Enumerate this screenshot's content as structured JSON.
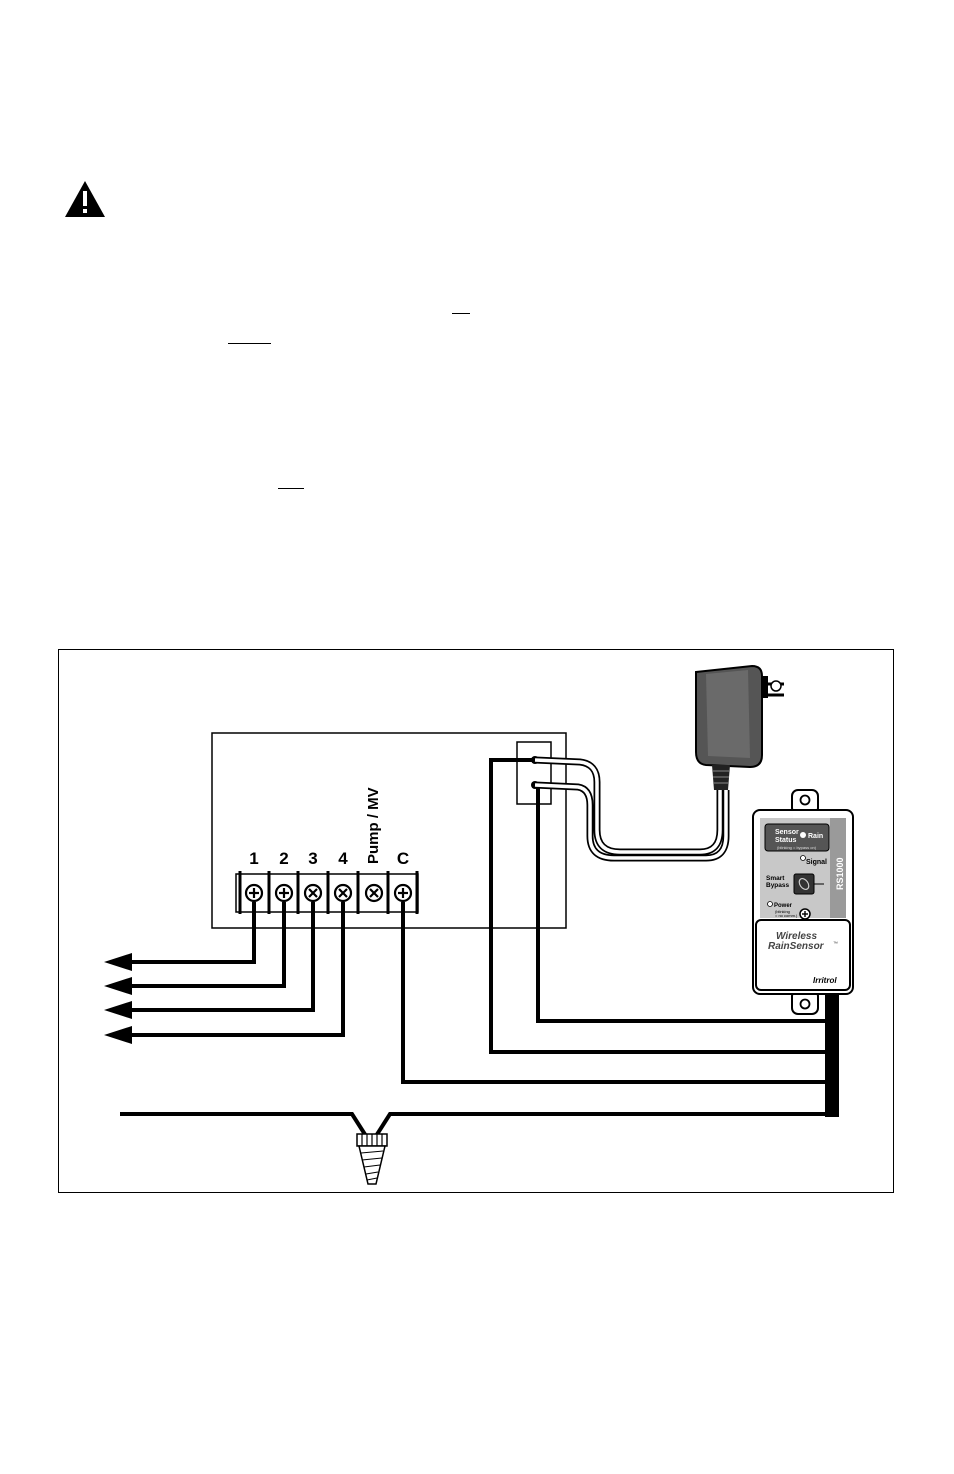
{
  "page": {
    "warning_icon": "warning-triangle-icon"
  },
  "diagram": {
    "terminal_labels": [
      "1",
      "2",
      "3",
      "4",
      "Pump / MV",
      "C"
    ],
    "receiver": {
      "status_panel_line1": "Sensor",
      "status_panel_line2": "Status",
      "status_rain": "Rain",
      "status_subtext": "(blinking = bypass on)",
      "signal_label": "Signal",
      "smart_bypass_line1": "Smart",
      "smart_bypass_line2": "Bypass",
      "power_label": "Power",
      "power_subtext_line1": "(blinking",
      "power_subtext_line2": "= no comm.)",
      "model": "RS1000",
      "brand_line1": "Wireless",
      "brand_line2": "RainSensor",
      "trademark": "™",
      "maker_logo": "Irritrol"
    },
    "icons": [
      "power-adapter-icon",
      "wire-nut-icon",
      "arrow-left-icon",
      "screw-terminal-icon"
    ]
  }
}
